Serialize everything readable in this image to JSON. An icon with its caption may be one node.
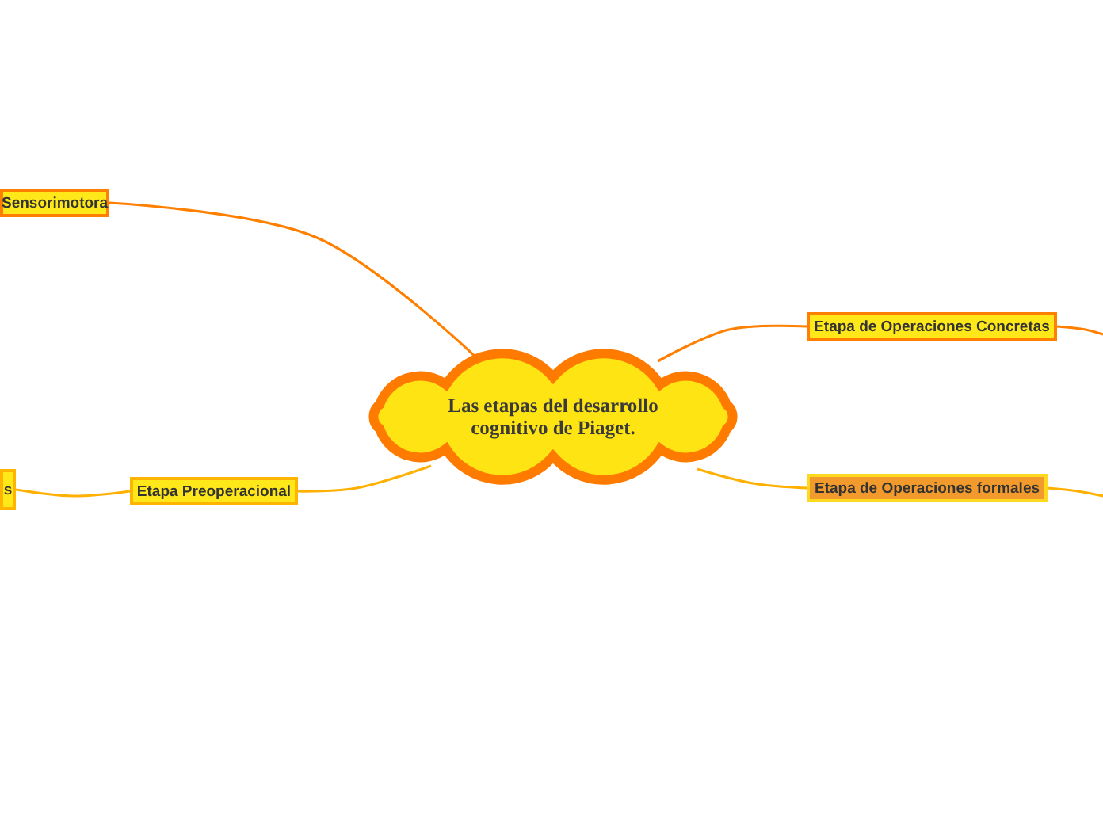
{
  "diagram": {
    "nodes": [
      {
        "text": [
          "Las etapas del desarrollo cognitivo de Piaget."
        ]
      },
      {
        "text": [
          "Sensorimotora"
        ]
      },
      {
        "text": [
          "Etapa de Operaciones Concretas"
        ]
      },
      {
        "text": [
          "s"
        ]
      },
      {
        "text": [
          "Etapa Preoperacional"
        ]
      },
      {
        "text": [
          "Etapa de Operaciones formales"
        ]
      }
    ],
    "edges": [
      {
        "from": 0,
        "to": 1,
        "arrow": "none",
        "color": "#ff7f00"
      },
      {
        "from": 0,
        "to": 2,
        "arrow": "none",
        "color": "#ff7f00"
      },
      {
        "from": 2,
        "to": null,
        "arrow": "none",
        "color": "#ff7f00"
      },
      {
        "from": 0,
        "to": 4,
        "arrow": "none",
        "color": "#ffb000"
      },
      {
        "from": 4,
        "to": 3,
        "arrow": "none",
        "color": "#ffb000"
      },
      {
        "from": 0,
        "to": 5,
        "arrow": "none",
        "color": "#ffb000"
      },
      {
        "from": 5,
        "to": null,
        "arrow": "none",
        "color": "#ffb000"
      }
    ]
  }
}
